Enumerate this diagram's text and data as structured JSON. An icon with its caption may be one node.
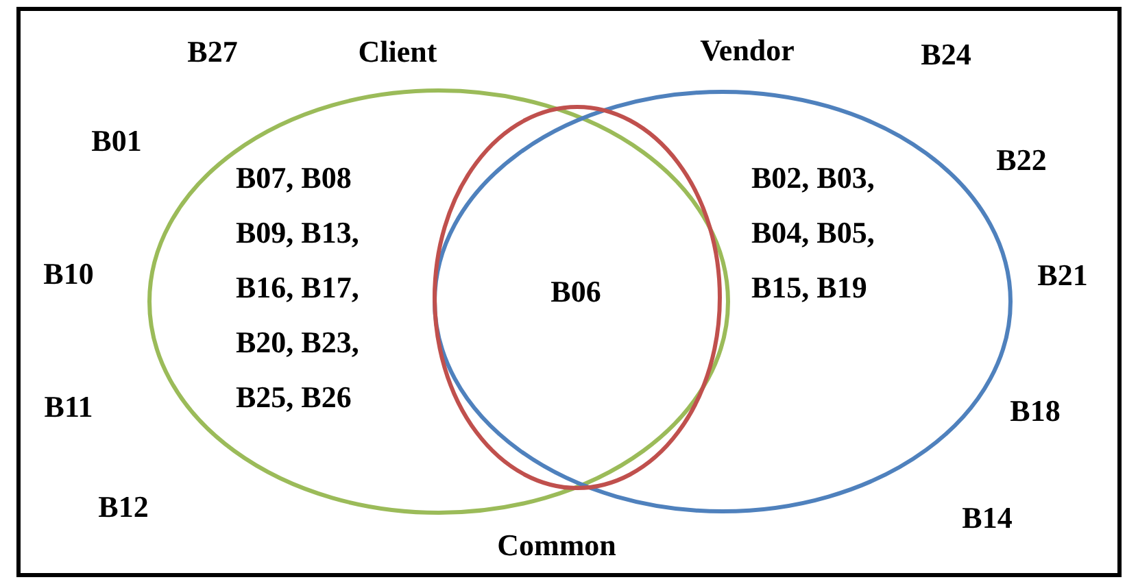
{
  "diagram": {
    "nodes": [
      {
        "text": [
          "Client",
          "B07, B08 B09, B13, B16, B17, B20, B23, B25, B26"
        ]
      },
      {
        "text": [
          "Vendor",
          "B02, B03, B04, B05, B15, B19"
        ]
      },
      {
        "text": [
          "B06",
          "Common"
        ]
      }
    ],
    "labels": [
      "B27",
      "B24",
      "B01",
      "B22",
      "B10",
      "B21",
      "B11",
      "B18",
      "B12",
      "B14"
    ]
  }
}
